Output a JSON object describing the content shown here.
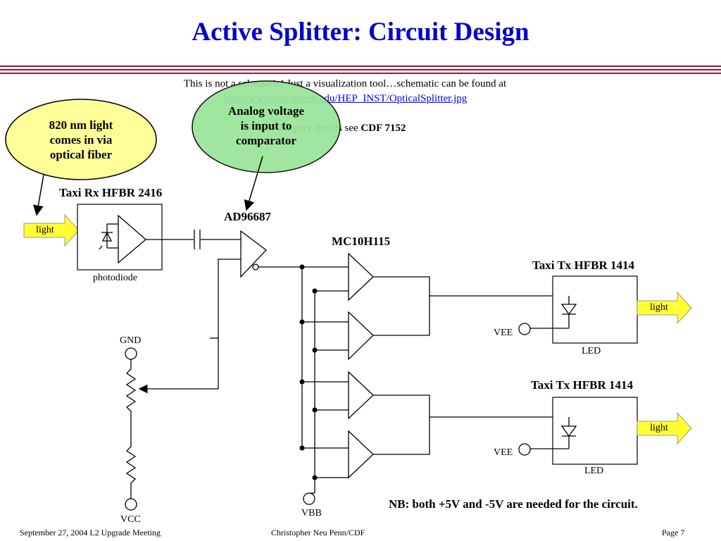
{
  "slide": {
    "title": "Active Splitter: Circuit Design",
    "note_line1": "This is not a schematic!  Just a visualization tool…schematic can be found at",
    "note_url": "http://www.hep.upenn.edu/HEP_INST/OpticalSplitter.jpg",
    "note_line2_prefix": "For all the gory details see ",
    "note_line2_bold": "CDF 7152"
  },
  "callouts": {
    "fiber": {
      "line1": "820 nm light",
      "line2": "comes in via",
      "line3": "optical fiber",
      "color": "#ffff99"
    },
    "voltage": {
      "line1": "Analog voltage",
      "line2": "is input to",
      "line3": "comparator",
      "color": "#99e599"
    }
  },
  "components": {
    "rx_title": "Taxi Rx HFBR 2416",
    "rx_caption": "photodiode",
    "comparator": "AD96687",
    "buffer": "MC10H115",
    "tx1_title": "Taxi Tx HFBR 1414",
    "tx1_caption": "LED",
    "tx2_title": "Taxi Tx HFBR 1414",
    "tx2_caption": "LED",
    "gnd": "GND",
    "vcc": "VCC",
    "vbb": "VBB",
    "vee1": "VEE",
    "vee2": "VEE",
    "light_in": "light",
    "light_out1": "light",
    "light_out2": "light"
  },
  "nb_note": "NB: both +5V and -5V are needed for the circuit.",
  "footer": {
    "left": "September 27, 2004  L2 Upgrade Meeting",
    "middle": "Christopher Neu  Penn/CDF",
    "right": "Page 7"
  },
  "colors": {
    "title": "#0000cc",
    "rule": "#a01830",
    "arrow_fill": "#ffff33",
    "link": "#0000ee"
  }
}
